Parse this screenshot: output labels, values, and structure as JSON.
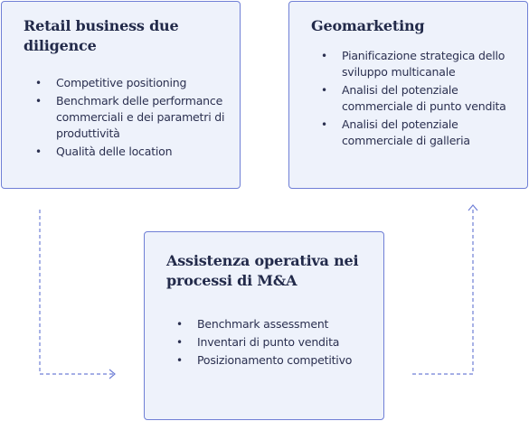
{
  "cards": {
    "retail": {
      "title": "Retail business due diligence",
      "items": [
        "Competitive positioning",
        "Benchmark delle performance commerciali e dei parametri di produttività",
        "Qualità delle location"
      ]
    },
    "geo": {
      "title": "Geomarketing",
      "items": [
        "Pianificazione strategica dello sviluppo multicanale",
        "Analisi del potenziale commerciale di punto vendita",
        "Analisi del potenziale commerciale di galleria"
      ]
    },
    "assist": {
      "title": "Assistenza operativa nei processi di M&A",
      "items": [
        "Benchmark assessment",
        "Inventari di punto vendita",
        "Posizionamento competitivo"
      ]
    }
  },
  "colors": {
    "card_background": "#eef2fb",
    "card_border": "#6f7fd6",
    "title_text": "#222a4a",
    "body_text": "#2b3050",
    "connector": "#6f7fd6"
  }
}
